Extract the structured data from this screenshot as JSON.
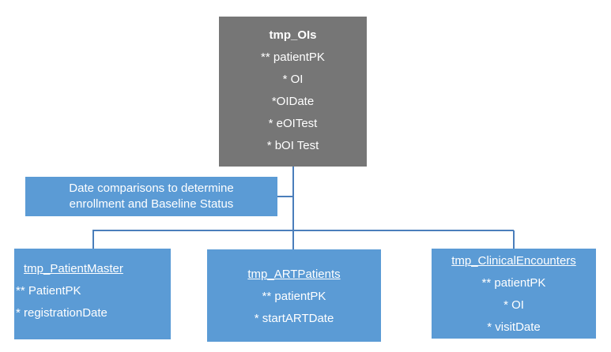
{
  "source_table": {
    "title": "tmp_OIs",
    "fields": [
      "** patientPK",
      "* OI",
      "*OIDate",
      "* eOITest",
      "* bOI Test"
    ]
  },
  "note": {
    "line1": "Date comparisons to determine",
    "line2": "enrollment and Baseline Status"
  },
  "target_tables": [
    {
      "title": "tmp_PatientMaster",
      "fields": [
        "** PatientPK",
        "* registrationDate"
      ]
    },
    {
      "title": "tmp_ARTPatients",
      "fields": [
        "** patientPK",
        "* startARTDate"
      ]
    },
    {
      "title": "tmp_ClinicalEncounters",
      "fields": [
        "** patientPK",
        "* OI",
        "* visitDate"
      ]
    }
  ],
  "colors": {
    "source_box": "#767676",
    "target_box": "#5b9bd5",
    "connector": "#4a7ebb",
    "text": "#ffffff"
  }
}
